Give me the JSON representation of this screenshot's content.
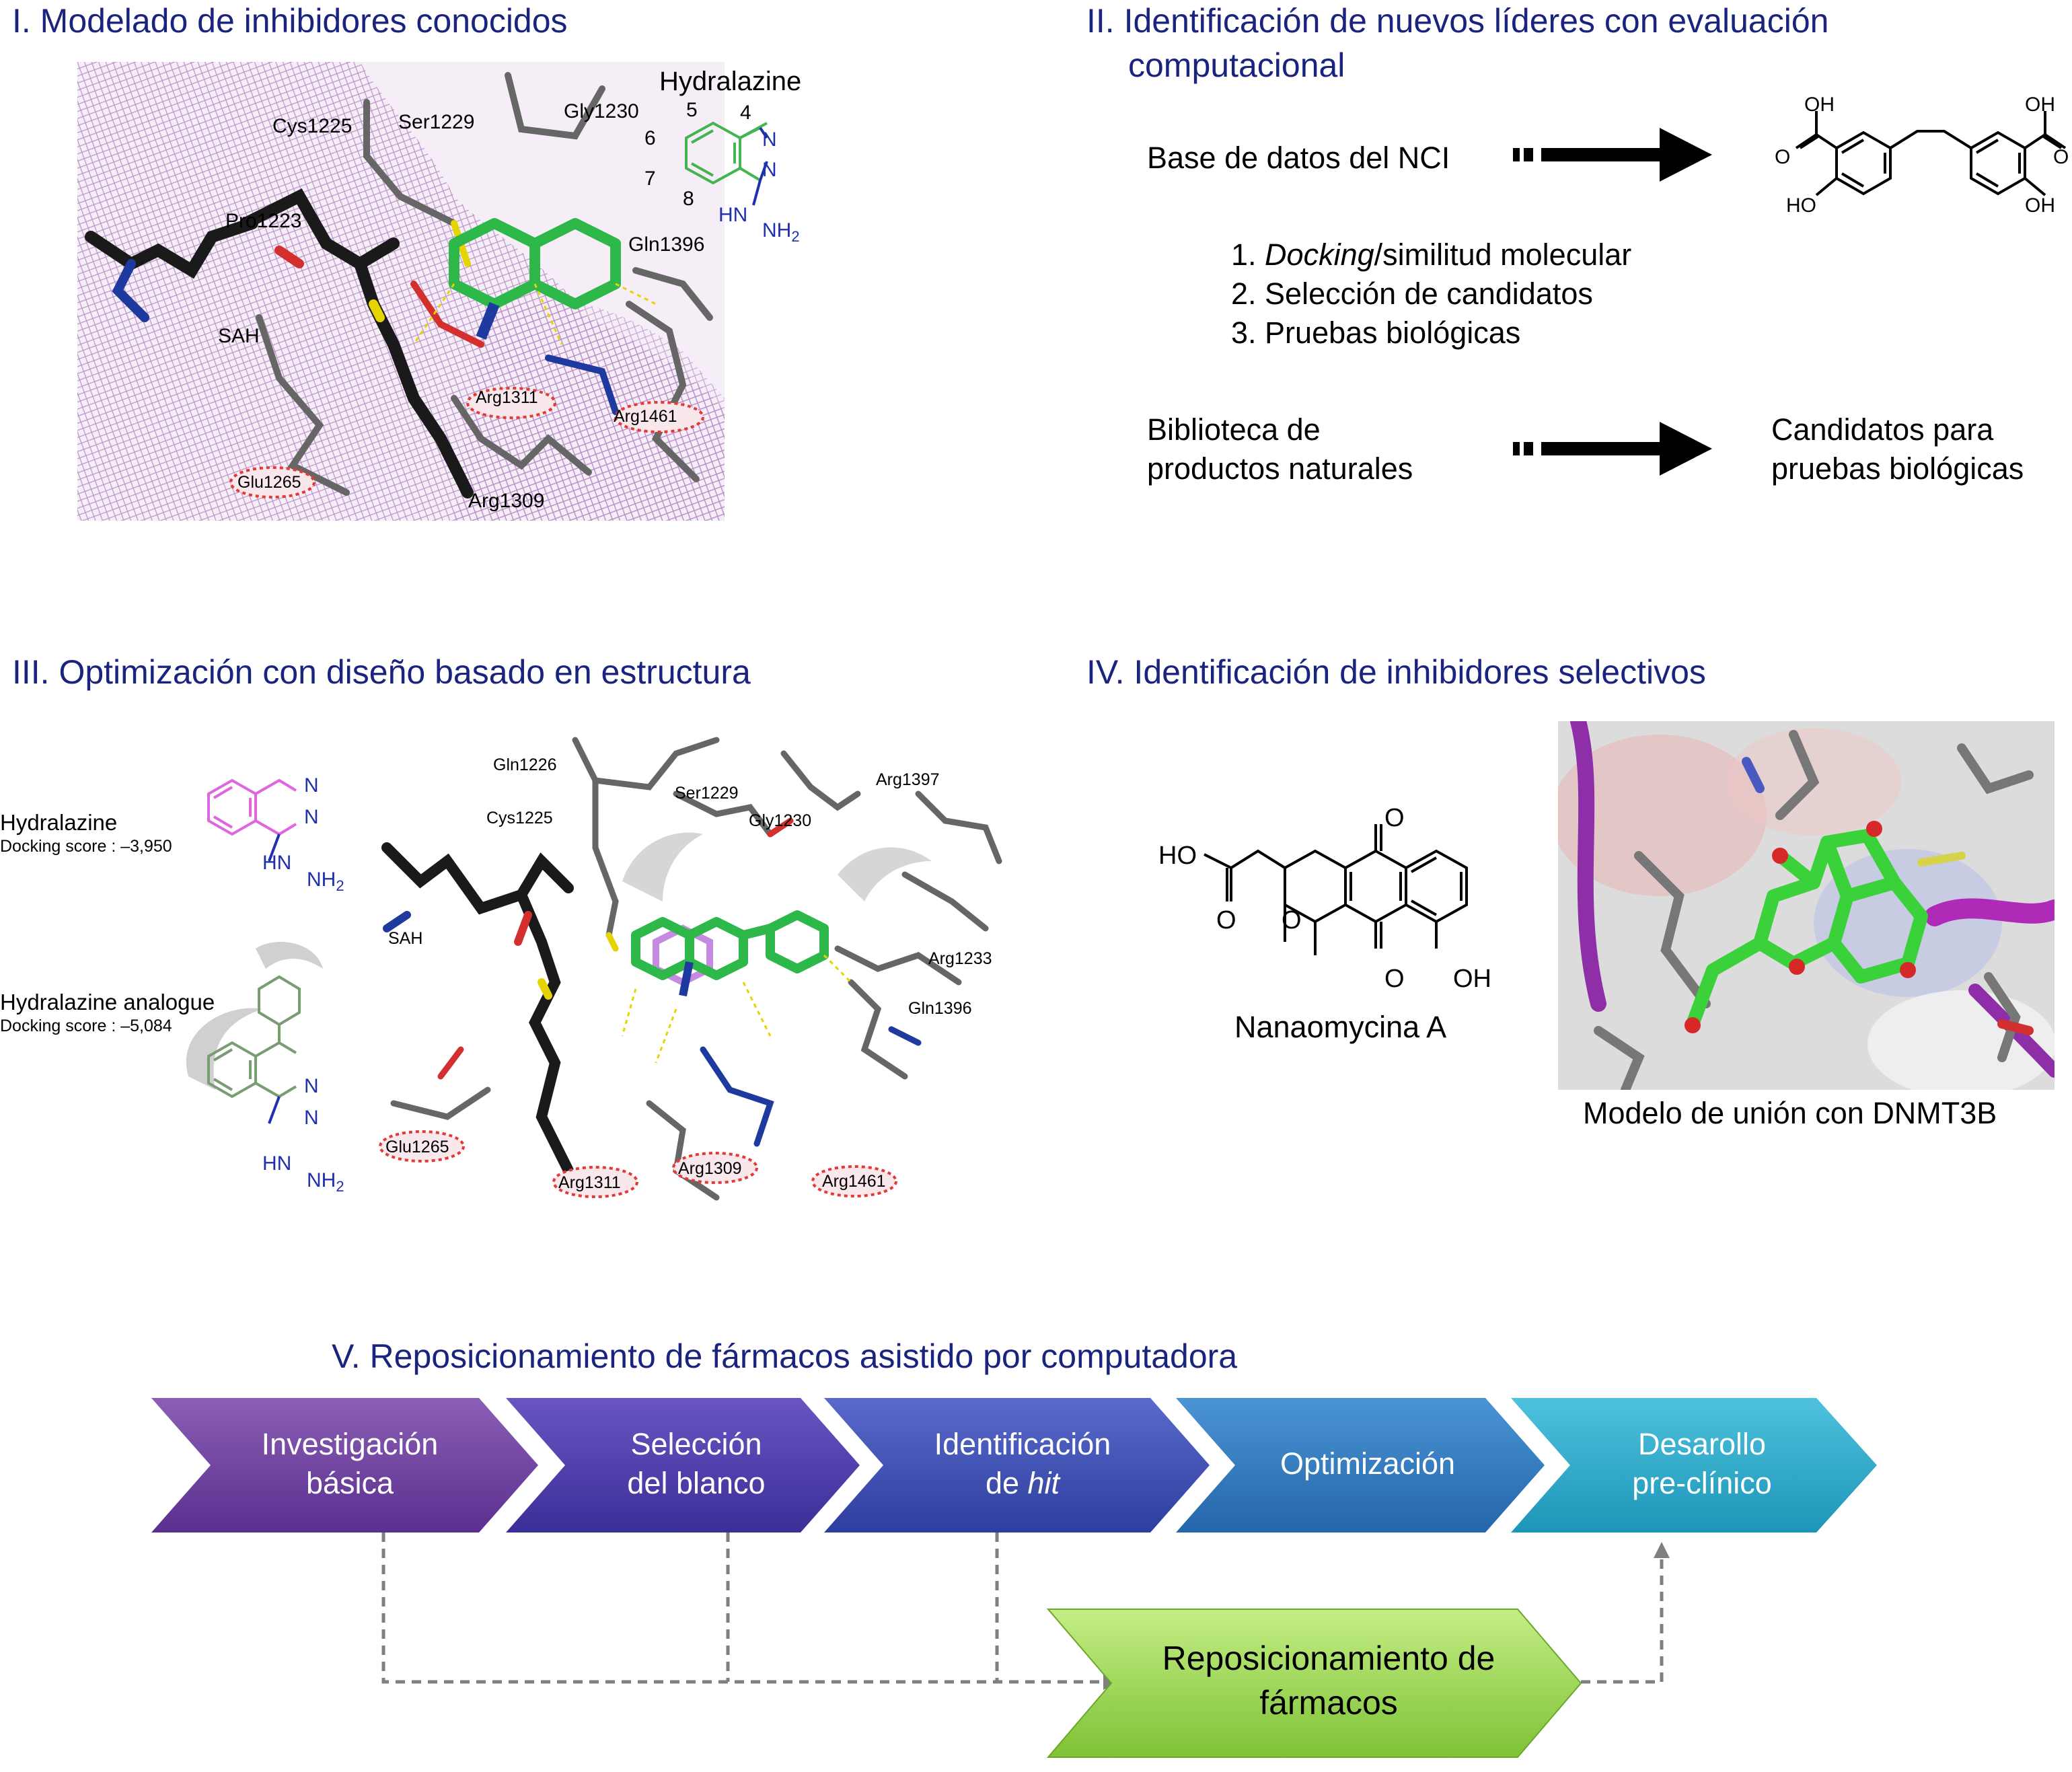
{
  "panel1": {
    "title": "I. Modelado de inhibidores conocidos",
    "residues": [
      "Cys1225",
      "Ser1229",
      "Gly1230",
      "Pro1223",
      "Gln1396",
      "SAH",
      "Arg1311",
      "Arg1461",
      "Glu1265",
      "Arg1309"
    ],
    "ligand": {
      "name": "Hydralazine",
      "pos5": "5",
      "pos4": "4",
      "pos6": "6",
      "pos7": "7",
      "pos8": "8",
      "n1": "N",
      "n2": "N",
      "hn": "HN",
      "nh": "NH",
      "sub2": "2"
    }
  },
  "panel2": {
    "title_line1": "II. Identificación de nuevos líderes con evaluación",
    "title_line2": "computacional",
    "source1": "Base de datos del NCI",
    "steps": [
      {
        "num": "1. ",
        "italic": "Docking",
        "rest": "/similitud molecular"
      },
      {
        "num": "2. ",
        "italic": "",
        "rest": "Selección de candidatos"
      },
      {
        "num": "3. ",
        "italic": "",
        "rest": "Pruebas biológicas"
      }
    ],
    "source2_line1": "Biblioteca de",
    "source2_line2": "productos naturales",
    "target2_line1": "Candidatos para",
    "target2_line2": "pruebas biológicas",
    "molecule_labels": {
      "oh_tl": "OH",
      "oh_tr": "OH",
      "o_l": "O",
      "o_r": "O",
      "ho_l": "HO",
      "oh_br": "OH"
    }
  },
  "panel3": {
    "title": "III. Optimización con diseño basado en estructura",
    "hydralazine_name": "Hydralazine",
    "hydralazine_score": "Docking score : –3,950",
    "analogue_name": "Hydralazine analogue",
    "analogue_score": "Docking score : –5,084",
    "chem": {
      "n": "N",
      "hn": "HN",
      "nh": "NH",
      "sub2": "2"
    },
    "residues": [
      "Gln1226",
      "Ser1229",
      "Arg1397",
      "Cys1225",
      "Gly1230",
      "SAH",
      "Arg1233",
      "Gln1396",
      "Glu1265",
      "Arg1309",
      "Arg1311",
      "Arg1461"
    ]
  },
  "panel4": {
    "title": "IV. Identificación de inhibidores selectivos",
    "compound": "Nanaomycina A",
    "model_caption": "Modelo de unión con DNMT3B",
    "chem": {
      "ho": "HO",
      "o1": "O",
      "o2": "O",
      "o_ring": "O",
      "o_top": "O",
      "o_bot": "O",
      "oh": "OH"
    }
  },
  "panel5": {
    "title": "V. Reposicionamiento de fármacos asistido por computadora",
    "stages": [
      {
        "line1": "Investigación",
        "line2": "básica",
        "line2_italic": ""
      },
      {
        "line1": "Selección",
        "line2": "del blanco",
        "line2_italic": ""
      },
      {
        "line1": "Identificación",
        "line2": "de ",
        "line2_italic": "hit"
      },
      {
        "line1": "Optimización",
        "line2": "",
        "line2_italic": ""
      },
      {
        "line1": "Desarollo",
        "line2": "pre-clínico",
        "line2_italic": ""
      }
    ],
    "stage_colors": [
      "#6a3d9a",
      "#4a3aa8",
      "#3d4fb8",
      "#2e7ec4",
      "#2aa8cf"
    ],
    "repo_line1": "Reposicionamiento de",
    "repo_line2": "fármacos",
    "repo_color": "#8ed14a"
  }
}
